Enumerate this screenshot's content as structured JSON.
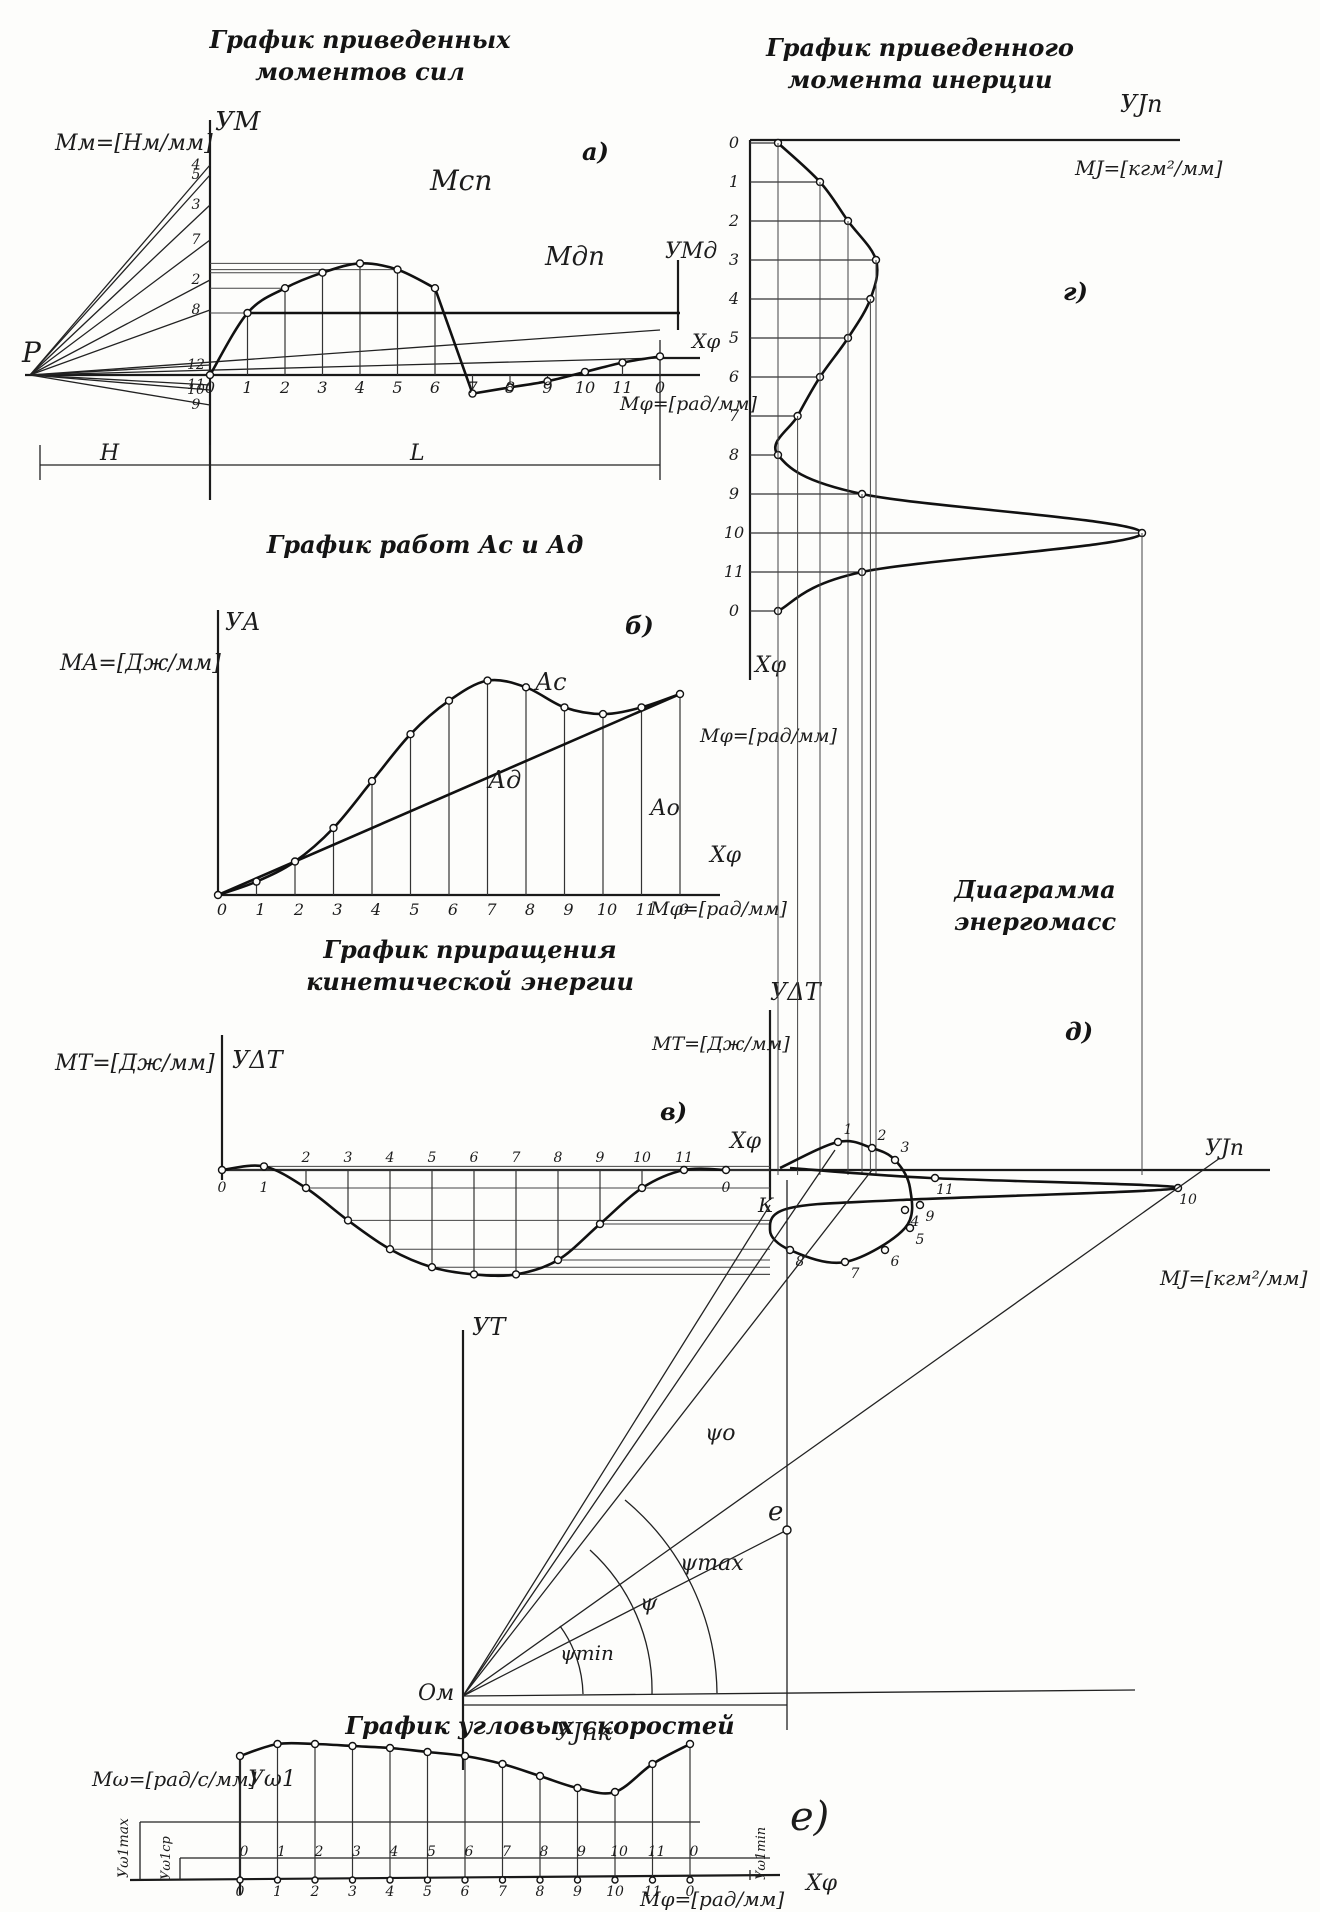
{
  "titles": {
    "moments_1": "График приведенных",
    "moments_2": "моментов    сил",
    "inertia_1": "График приведенного",
    "inertia_2": "момента инерции",
    "work": "График  работ  Ас  и  Ад",
    "energy_1": "График    приращения",
    "energy_2": "кинетической энергии",
    "energomass_1": "Диаграмма",
    "energomass_2": "энергомасс",
    "velocity": "График угловых скоростей"
  },
  "panel_letters": {
    "a": "а)",
    "b": "б)",
    "v": "в)",
    "g": "г)",
    "d": "д)",
    "e": "е)"
  },
  "scales": {
    "mu_m": "Mм=[Нм/мм]",
    "mu_a": "MA=[Дж/мм]",
    "mu_t": "MT=[Дж/мм]",
    "mu_t2": "MT=[Дж/мм]",
    "mu_phi_a": "Mφ=[рад/мм]",
    "mu_phi_b": "Mφ=[рад/мм]",
    "mu_phi_g": "Mφ=[рад/мм]",
    "mu_j_g": "MJ=[кгм²/мм]",
    "mu_j_d": "MJ=[кгм²/мм]",
    "mu_w": "Mω=[рад/с/мм]",
    "mu_phi_e": "Mφ=[рад/мм]"
  },
  "axis_labels": {
    "y_m": "УМ",
    "y_md": "УМд",
    "x_phi_a": "Хφ",
    "h": "Н",
    "l": "L",
    "p": "Р",
    "y_a": "УА",
    "x_phi_b": "Хφ",
    "y_dt": "УΔТ",
    "y_dt2": "УΔТ",
    "x_phi_v": "Хφ",
    "y_j": "УJп",
    "y_jp": "УJп",
    "x_phi_g": "Хφ",
    "y_t": "УТ",
    "om": "Ом",
    "y_jk": "УJпк",
    "y_w": "Уω1",
    "x_phi_e": "Хφ",
    "y_wmax": "Уω1max",
    "y_wcp": "Уω1ср",
    "y_wmin": "Уω1min"
  },
  "curve_labels": {
    "mc": "Мсп",
    "md": "Мдп",
    "ac": "Ас",
    "ad": "Ад",
    "ao": "Ао",
    "k": "К",
    "e_pt": "е"
  },
  "angle_labels": {
    "psi_min": "ψmin",
    "psi": "ψ",
    "psi_max": "ψmax",
    "psi_o": "ψo"
  },
  "pole_rays": [
    "4",
    "5",
    "3",
    "7",
    "2",
    "8",
    "12",
    "11",
    "10",
    "9"
  ],
  "tick_labels_a": [
    "0",
    "1",
    "2",
    "3",
    "4",
    "5",
    "6",
    "7",
    "8",
    "9",
    "10",
    "11",
    "0"
  ],
  "tick_labels_b": [
    "0",
    "1",
    "2",
    "3",
    "4",
    "5",
    "6",
    "7",
    "8",
    "9",
    "10",
    "11",
    "0"
  ],
  "tick_labels_v": [
    "0",
    "1",
    "2",
    "3",
    "4",
    "5",
    "6",
    "7",
    "8",
    "9",
    "10",
    "11",
    "0"
  ],
  "tick_labels_g": [
    "0",
    "1",
    "2",
    "3",
    "4",
    "5",
    "6",
    "7",
    "8",
    "9",
    "10",
    "11",
    "0"
  ],
  "tick_labels_e_top": [
    "0",
    "1",
    "2",
    "3",
    "4",
    "5",
    "6",
    "7",
    "8",
    "9",
    "10",
    "11",
    "0"
  ],
  "tick_labels_e_bottom": [
    "0",
    "1",
    "2",
    "3",
    "4",
    "5",
    "6",
    "7",
    "8",
    "9",
    "10",
    "11",
    "0"
  ],
  "loop_labels": [
    "1",
    "2",
    "3",
    "4",
    "5",
    "6",
    "7",
    "8",
    "9",
    "10",
    "11"
  ],
  "chart_data": [
    {
      "type": "line",
      "title": "График приведенных моментов сил",
      "x": [
        "0",
        "1",
        "2",
        "3",
        "4",
        "5",
        "6",
        "7",
        "8",
        "9",
        "10",
        "11",
        "0"
      ],
      "series": [
        {
          "name": "Мсп",
          "values": [
            0,
            10,
            14,
            16.5,
            18,
            17,
            14,
            -3,
            -2,
            -1,
            0.5,
            2,
            3
          ]
        },
        {
          "name": "Мдп",
          "values": [
            10,
            10,
            10,
            10,
            10,
            10,
            10,
            10,
            10,
            10,
            10,
            10,
            10
          ]
        }
      ]
    },
    {
      "type": "line",
      "title": "График  работ  Ас  и  Ад",
      "x": [
        "0",
        "1",
        "2",
        "3",
        "4",
        "5",
        "6",
        "7",
        "8",
        "9",
        "10",
        "11",
        "0"
      ],
      "series": [
        {
          "name": "Ас",
          "values": [
            0,
            4,
            10,
            20,
            34,
            48,
            58,
            64,
            62,
            56,
            54,
            56,
            60
          ]
        },
        {
          "name": "Ад",
          "values": [
            0,
            5,
            10,
            15,
            20,
            25,
            30,
            35,
            40,
            45,
            50,
            55,
            60
          ]
        }
      ]
    },
    {
      "type": "line",
      "title": "График    приращения кинетической энергии",
      "x": [
        "0",
        "1",
        "2",
        "3",
        "4",
        "5",
        "6",
        "7",
        "8",
        "9",
        "10",
        "11",
        "0"
      ],
      "series": [
        {
          "values": [
            0,
            1,
            -5,
            -14,
            -22,
            -27,
            -29,
            -29,
            -25,
            -15,
            -5,
            0,
            0
          ]
        }
      ]
    },
    {
      "type": "line",
      "title": "График приведенного момента инерции",
      "x": [
        "0",
        "1",
        "2",
        "3",
        "4",
        "5",
        "6",
        "7",
        "8",
        "9",
        "10",
        "11",
        "0"
      ],
      "series": [
        {
          "values": [
            1,
            2.5,
            3.5,
            4.5,
            4.3,
            3.5,
            2.5,
            1.7,
            1.0,
            4.0,
            14.0,
            4.0,
            1.0
          ]
        }
      ]
    },
    {
      "type": "line",
      "title": "График угловых скоростей",
      "x": [
        "0",
        "1",
        "2",
        "3",
        "4",
        "5",
        "6",
        "7",
        "8",
        "9",
        "10",
        "11",
        "0"
      ],
      "series": [
        {
          "values": [
            26,
            29,
            29,
            28.5,
            28,
            27,
            26,
            24,
            21,
            18,
            17,
            24,
            29
          ]
        }
      ]
    }
  ]
}
